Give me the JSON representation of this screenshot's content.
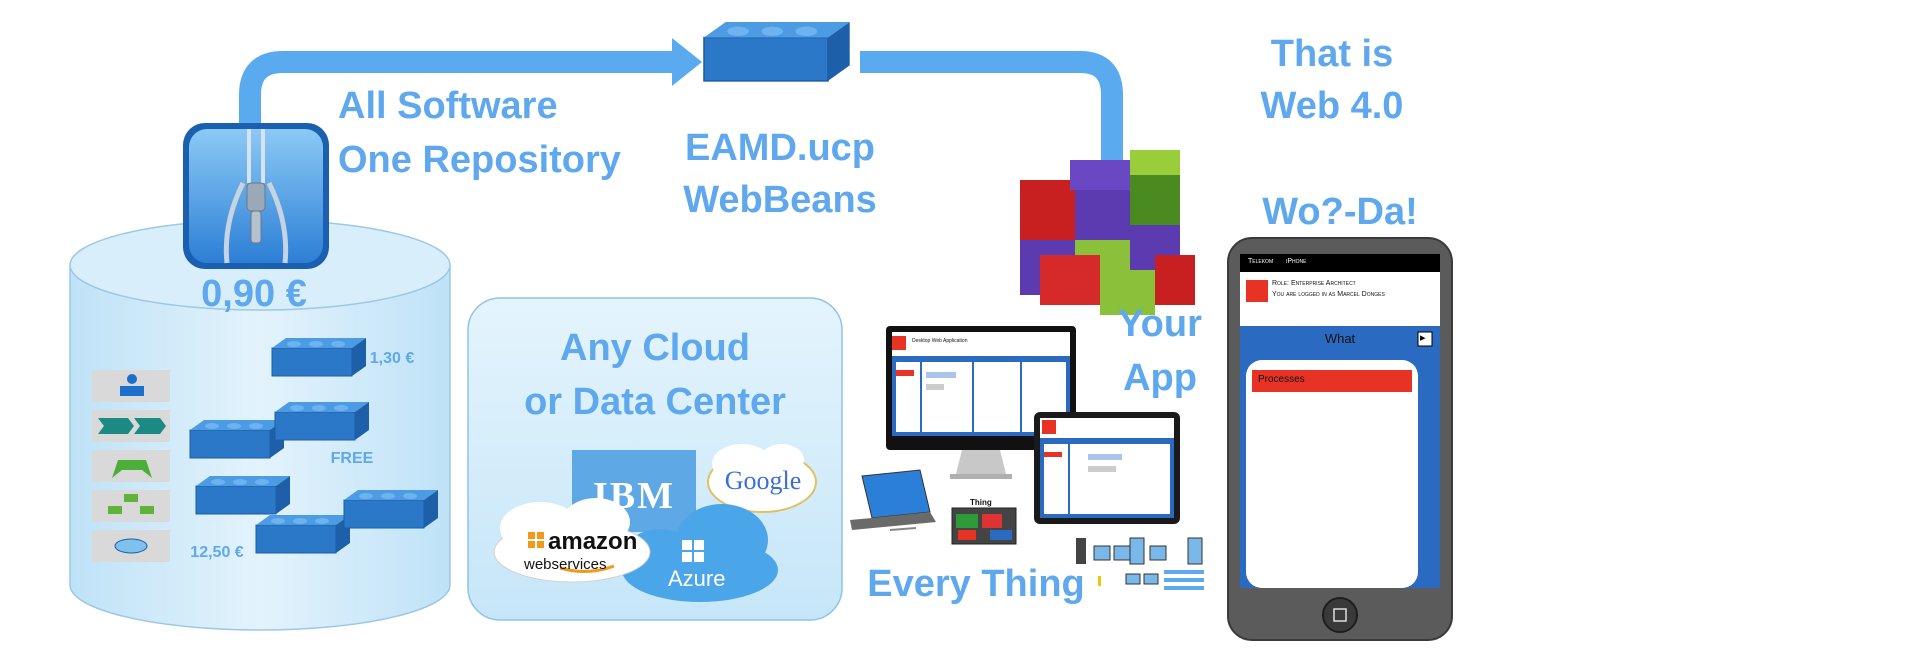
{
  "headline": {
    "line1": "That is",
    "line2": "Web 4.0"
  },
  "repository": {
    "line1": "All Software",
    "line2": "One Repository",
    "price": "0,90 €"
  },
  "eamd": {
    "line1": "EAMD.ucp",
    "line2": "WebBeans"
  },
  "your_app": {
    "line1": "Your",
    "line2": "App"
  },
  "wooda": "Wo?-Da!",
  "store_prices": {
    "p1": "1,30 €",
    "p2": "FREE",
    "p3": "12,50 €"
  },
  "cloud": {
    "line1": "Any Cloud",
    "line2": "or Data Center"
  },
  "cloud_logos": {
    "ibm": "IBM",
    "google": "Google",
    "amazon_1": "amazon",
    "amazon_2": "webservices",
    "azure": "Azure"
  },
  "every_thing": "Every Thing",
  "thing_label": "Thing",
  "phone": {
    "topbar_1": "Telekom",
    "topbar_2": "iPhone",
    "role": "Role: Enterprise Architect",
    "logged": "You are logged in as Marcel Donges",
    "menu_title": "What",
    "process_item": "Processes"
  },
  "desktop_title": "Desktop Web Application",
  "colors": {
    "accent": "#5fa8ee",
    "arrow": "#5aaaf0",
    "brick": "#2f7fd0",
    "cyl_top": "#d6eefb",
    "cyl_body": "#c9e7f8",
    "red": "#e63325"
  }
}
